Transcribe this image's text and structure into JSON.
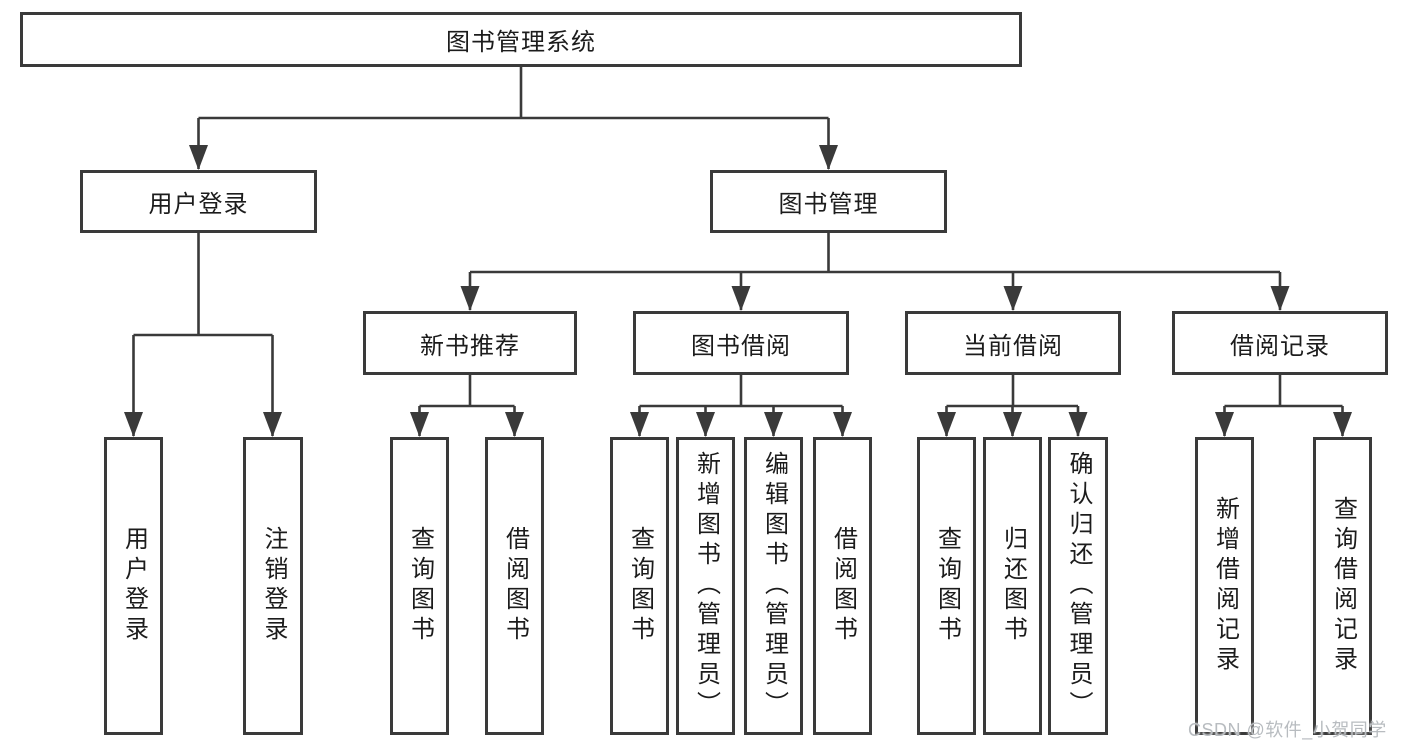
{
  "diagram": {
    "title": "图书管理系统",
    "watermark": "CSDN @软件_小贺同学",
    "colors": {
      "background": "#ffffff",
      "line": "#3a3a3a",
      "text": "#1c1c1c",
      "watermark_text": "#b8bcc0"
    },
    "nodes": {
      "root": {
        "label": "图书管理系统"
      },
      "user_login": {
        "label": "用户登录"
      },
      "book_mgmt": {
        "label": "图书管理"
      },
      "new_book_rec": {
        "label": "新书推荐"
      },
      "book_borrow": {
        "label": "图书借阅"
      },
      "current_borrow": {
        "label": "当前借阅"
      },
      "borrow_records": {
        "label": "借阅记录"
      },
      "leaf_user_login": {
        "label": "用户登录"
      },
      "leaf_logout": {
        "label": "注销登录"
      },
      "nbr_query": {
        "label": "查询图书"
      },
      "nbr_borrow": {
        "label": "借阅图书"
      },
      "bb_query": {
        "label": "查询图书"
      },
      "bb_add": {
        "label": "新增图书（管理员）"
      },
      "bb_edit": {
        "label": "编辑图书（管理员）"
      },
      "bb_borrow": {
        "label": "借阅图书"
      },
      "cb_query": {
        "label": "查询图书"
      },
      "cb_return": {
        "label": "归还图书"
      },
      "cb_confirm": {
        "label": "确认归还（管理员）"
      },
      "br_add": {
        "label": "新增借阅记录"
      },
      "br_query": {
        "label": "查询借阅记录"
      }
    },
    "hierarchy": {
      "root": [
        "user_login",
        "book_mgmt"
      ],
      "user_login": [
        "leaf_user_login",
        "leaf_logout"
      ],
      "book_mgmt": [
        "new_book_rec",
        "book_borrow",
        "current_borrow",
        "borrow_records"
      ],
      "new_book_rec": [
        "nbr_query",
        "nbr_borrow"
      ],
      "book_borrow": [
        "bb_query",
        "bb_add",
        "bb_edit",
        "bb_borrow"
      ],
      "current_borrow": [
        "cb_query",
        "cb_return",
        "cb_confirm"
      ],
      "borrow_records": [
        "br_add",
        "br_query"
      ]
    }
  }
}
